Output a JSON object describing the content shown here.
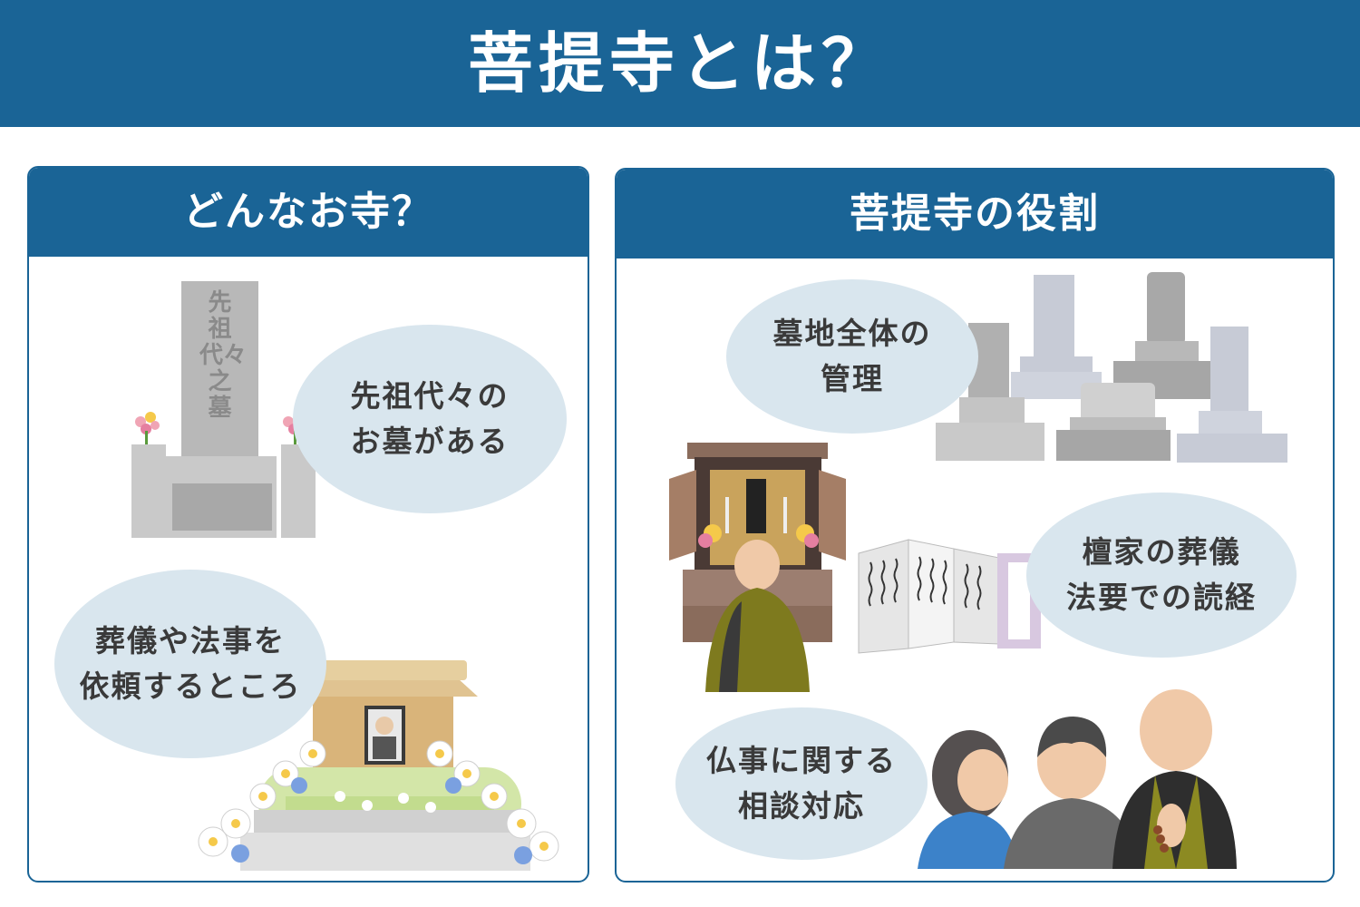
{
  "title": "菩提寺とは？",
  "left_panel": {
    "heading": "どんなお寺？",
    "grave_inscription": "先祖代々之墓",
    "bubbles": [
      {
        "line1": "先祖代々の",
        "line2": "お墓がある"
      },
      {
        "line1": "葬儀や法事を",
        "line2": "依頼するところ"
      }
    ]
  },
  "right_panel": {
    "heading": "菩提寺の役割",
    "bubbles": [
      {
        "line1": "墓地全体の",
        "line2": "管理"
      },
      {
        "line1": "檀家の葬儀",
        "line2": "法要での読経"
      },
      {
        "line1": "仏事に関する",
        "line2": "相談対応"
      }
    ]
  },
  "colors": {
    "banner": "#1a6496",
    "bubble": "#d9e6ee",
    "text": "#3a3a3a"
  }
}
